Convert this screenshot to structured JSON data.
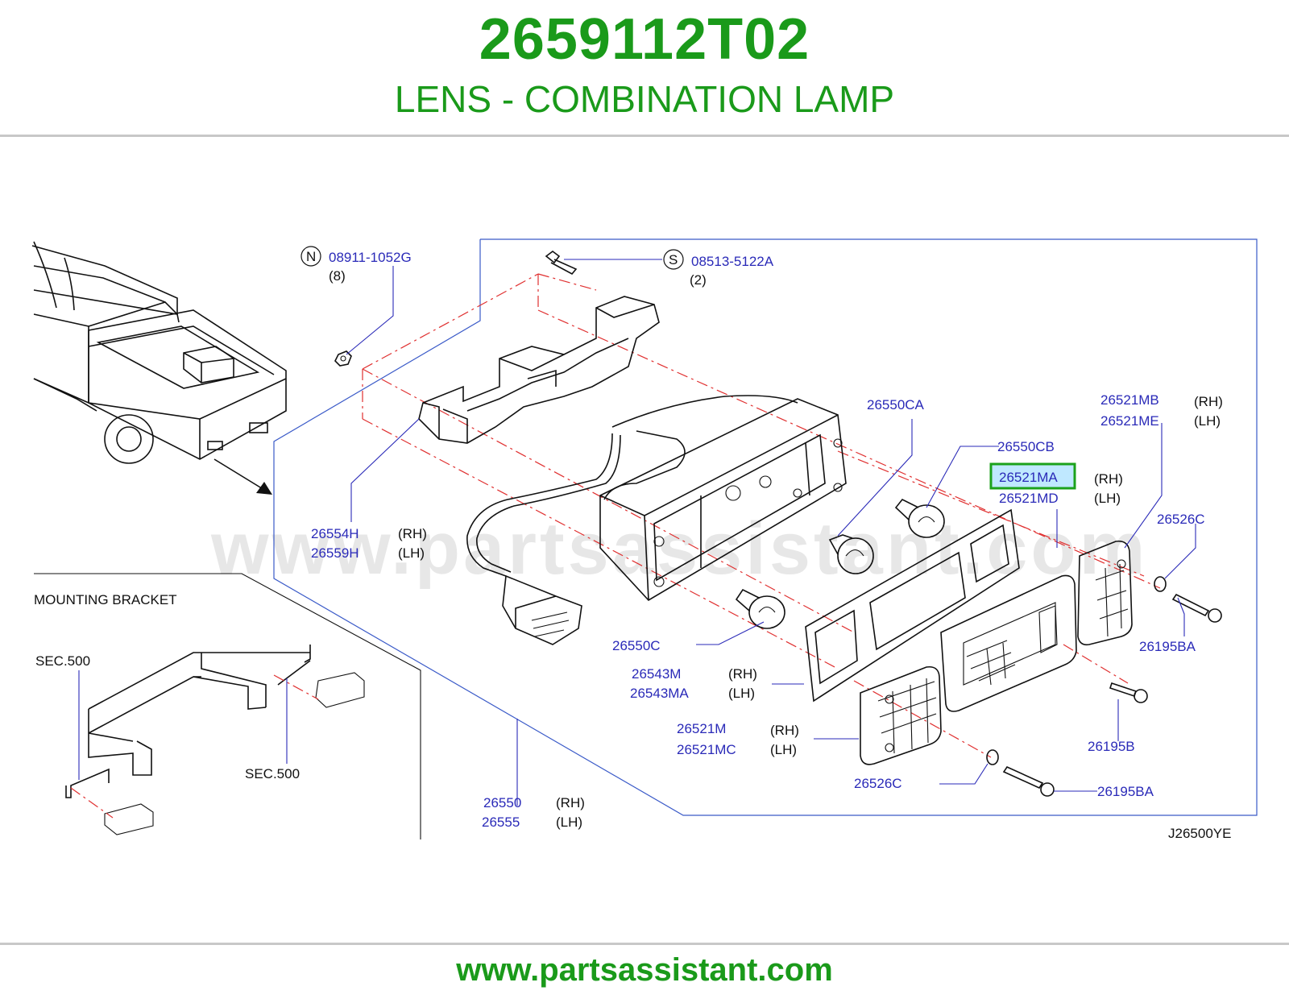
{
  "header": {
    "part_number": "2659112T02",
    "part_title": "LENS - COMBINATION LAMP"
  },
  "footer": {
    "website": "www.partsassistant.com"
  },
  "diagram": {
    "watermark": "www.partsassistant.com",
    "diagram_code": "J26500YE",
    "inset_title": "MOUNTING  BRACKET",
    "sec_label_1": "SEC.500",
    "sec_label_2": "SEC.500",
    "highlight_color": "#1ba21b",
    "part_label_color": "#2a2ab8",
    "title_color": "#1a9a1a",
    "callouts": {
      "nut_symbol": "N",
      "nut_part": "08911-1052G",
      "nut_qty": "(8)",
      "screw_symbol": "S",
      "screw_part": "08513-5122A",
      "screw_qty": "(2)",
      "p26554H": "26554H",
      "p26559H": "26559H",
      "p26554H_side": "(RH)",
      "p26559H_side": "(LH)",
      "p26550CA": "26550CA",
      "p26550CB": "26550CB",
      "p26550C": "26550C",
      "p26521MB": "26521MB",
      "p26521MB_side": "(RH)",
      "p26521ME": "26521ME",
      "p26521ME_side": "(LH)",
      "p26521MA": "26521MA",
      "p26521MA_side": "(RH)",
      "p26521MD": "26521MD",
      "p26521MD_side": "(LH)",
      "p26526C_a": "26526C",
      "p26526C_b": "26526C",
      "p26195BA_a": "26195BA",
      "p26195BA_b": "26195BA",
      "p26195B": "26195B",
      "p26543M": "26543M",
      "p26543M_side": "(RH)",
      "p26543MA": "26543MA",
      "p26543MA_side": "(LH)",
      "p26521M": "26521M",
      "p26521M_side": "(RH)",
      "p26521MC": "26521MC",
      "p26521MC_side": "(LH)",
      "p26550": "26550",
      "p26550_side": "(RH)",
      "p26555": "26555",
      "p26555_side": "(LH)"
    }
  }
}
